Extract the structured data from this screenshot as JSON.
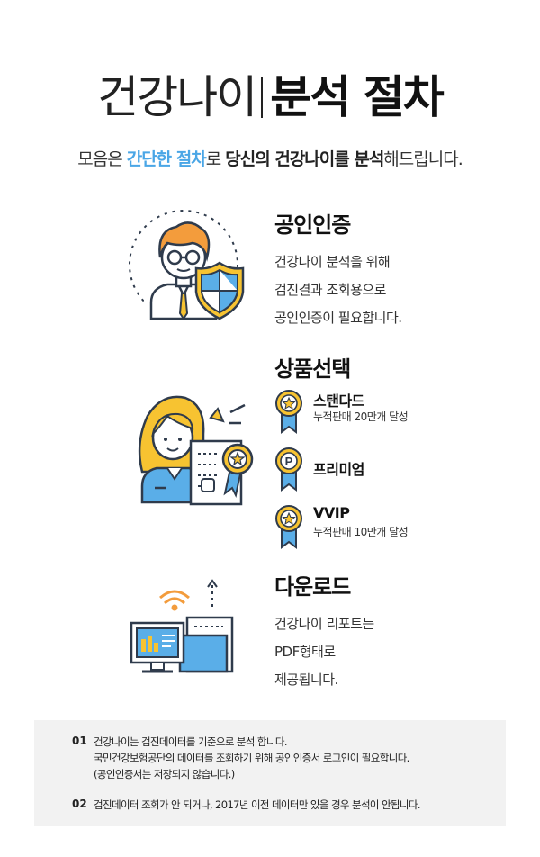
{
  "header": {
    "title_light": "건강나이",
    "title_bold": "분석 절차",
    "subtitle_part1": "모음은 ",
    "subtitle_accent": "간단한 절차",
    "subtitle_part2": "로 ",
    "subtitle_strong": "당신의 건강나이를 분석",
    "subtitle_part3": "해드립니다."
  },
  "steps": [
    {
      "title": "공인인증",
      "desc": [
        "건강나이 분석을 위해",
        "검진결과 조회용으로",
        "공인인증이 필요합니다."
      ]
    },
    {
      "title": "상품선택",
      "products": [
        {
          "name": "스탠다드",
          "sub": "누적판매 20만개 달성",
          "medal": "star"
        },
        {
          "name": "프리미엄",
          "sub": "",
          "medal": "P"
        },
        {
          "name": "VVIP",
          "sub": "누적판매 10만개 달성",
          "medal": "star"
        }
      ]
    },
    {
      "title": "다운로드",
      "desc": [
        "건강나이 리포트는",
        "PDF형태로",
        "제공됩니다."
      ]
    }
  ],
  "notices": [
    {
      "num": "01",
      "lines": [
        "건강나이는 검진데이터를 기준으로 분석 합니다.",
        "국민건강보험공단의 데이터를 조회하기 위해 공인인증서 로그인이 필요합니다.",
        "(공인인증서는 저장되지 않습니다.)"
      ]
    },
    {
      "num": "02",
      "lines": [
        "검진데이터 조회가 안 되거나, 2017년 이전 데이터만 있을 경우 분석이 안됩니다."
      ]
    }
  ],
  "colors": {
    "accent": "#4aa6e6",
    "orange": "#f39c3c",
    "yellow": "#f7c331",
    "blue": "#5aaee8",
    "outline": "#2f3b4c"
  },
  "icons": [
    "man-with-shield-icon",
    "woman-with-certificate-icon",
    "medal-star-icon",
    "medal-p-icon",
    "computer-document-icon"
  ]
}
